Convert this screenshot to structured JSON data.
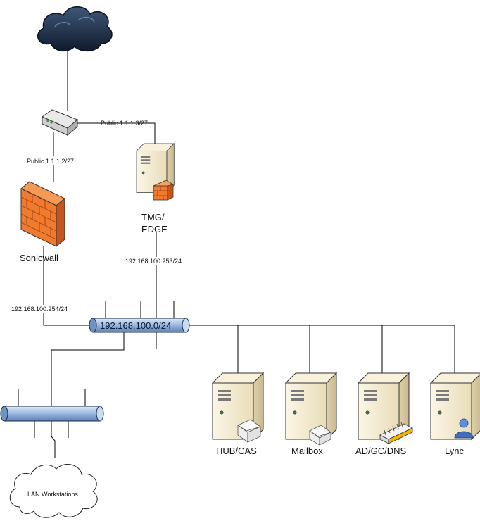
{
  "labels": {
    "router_public_left": "Public 1.1.1.2/27",
    "router_public_right": "Public 1.1.1.3/27",
    "tmg_name": "TMG/",
    "tmg_name_2": "EDGE",
    "sonicwall_name": "Sonicwall",
    "tmg_lan_ip": "192.168.100.253/24",
    "sonicwall_lan_ip": "192.168.100.254/24",
    "bus_label": "192.168.100.0/24",
    "lan_cloud": "LAN Workstations"
  },
  "servers": [
    {
      "name": "HUB/CAS",
      "badge": "envelope-icon"
    },
    {
      "name": "Mailbox",
      "badge": "envelope-icon"
    },
    {
      "name": "AD/GC/DNS",
      "badge": "directory-book-icon"
    },
    {
      "name": "Lync",
      "badge": "user-icon"
    }
  ],
  "colors": {
    "cloud": "#1e2f4a",
    "bus": "#a9c4e4",
    "firewall": "#f07a2e",
    "server_body": "#f3ead2"
  }
}
